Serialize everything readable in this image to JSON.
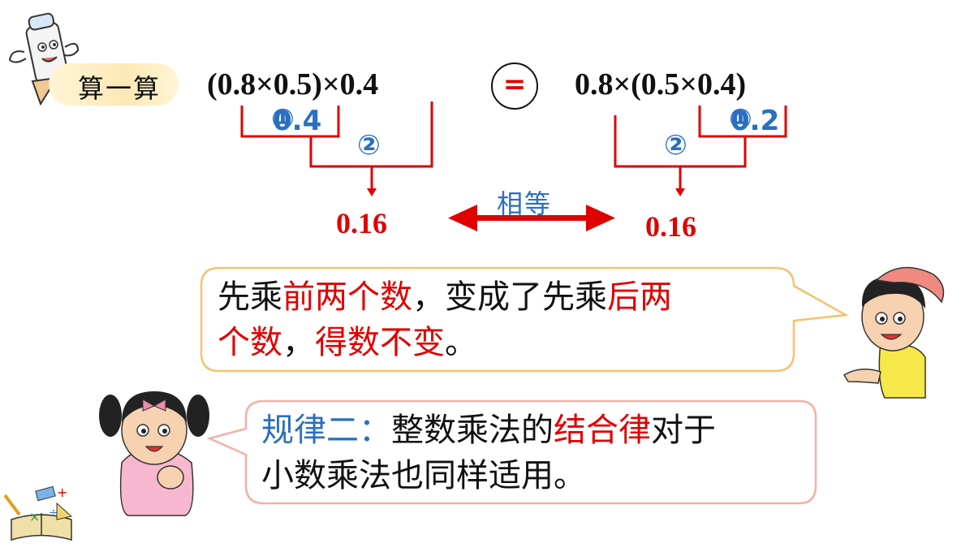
{
  "header": {
    "tag_label": "算一算",
    "left_expression": "(0.8×0.5)×0.4",
    "equals_symbol": "=",
    "right_expression": "0.8×(0.5×0.4)"
  },
  "left_steps": {
    "step1_marker": "①",
    "step1_value": "0.4",
    "step2_marker": "②",
    "result": "0.16"
  },
  "right_steps": {
    "step1_marker": "①",
    "step1_value": "0.2",
    "step2_marker": "②",
    "result": "0.16"
  },
  "comparison_label": "相等",
  "boy_bubble": {
    "part1": "先乘",
    "part2": "前两个数",
    "part3": "，变成了先乘",
    "part4": "后两",
    "part5": "个数",
    "part6": "，",
    "part7": "得数不变",
    "part8": "。"
  },
  "girl_bubble": {
    "part1": "规律二：",
    "part2": "整数乘法的",
    "part3": "结合律",
    "part4": "对于",
    "part5": "小数乘法也同样适用。"
  },
  "colors": {
    "accent_red": "#e00000",
    "accent_blue": "#2a6fc0",
    "bubble_border": "#f5c26b",
    "bubble_border_pink": "#f3b0a8"
  }
}
